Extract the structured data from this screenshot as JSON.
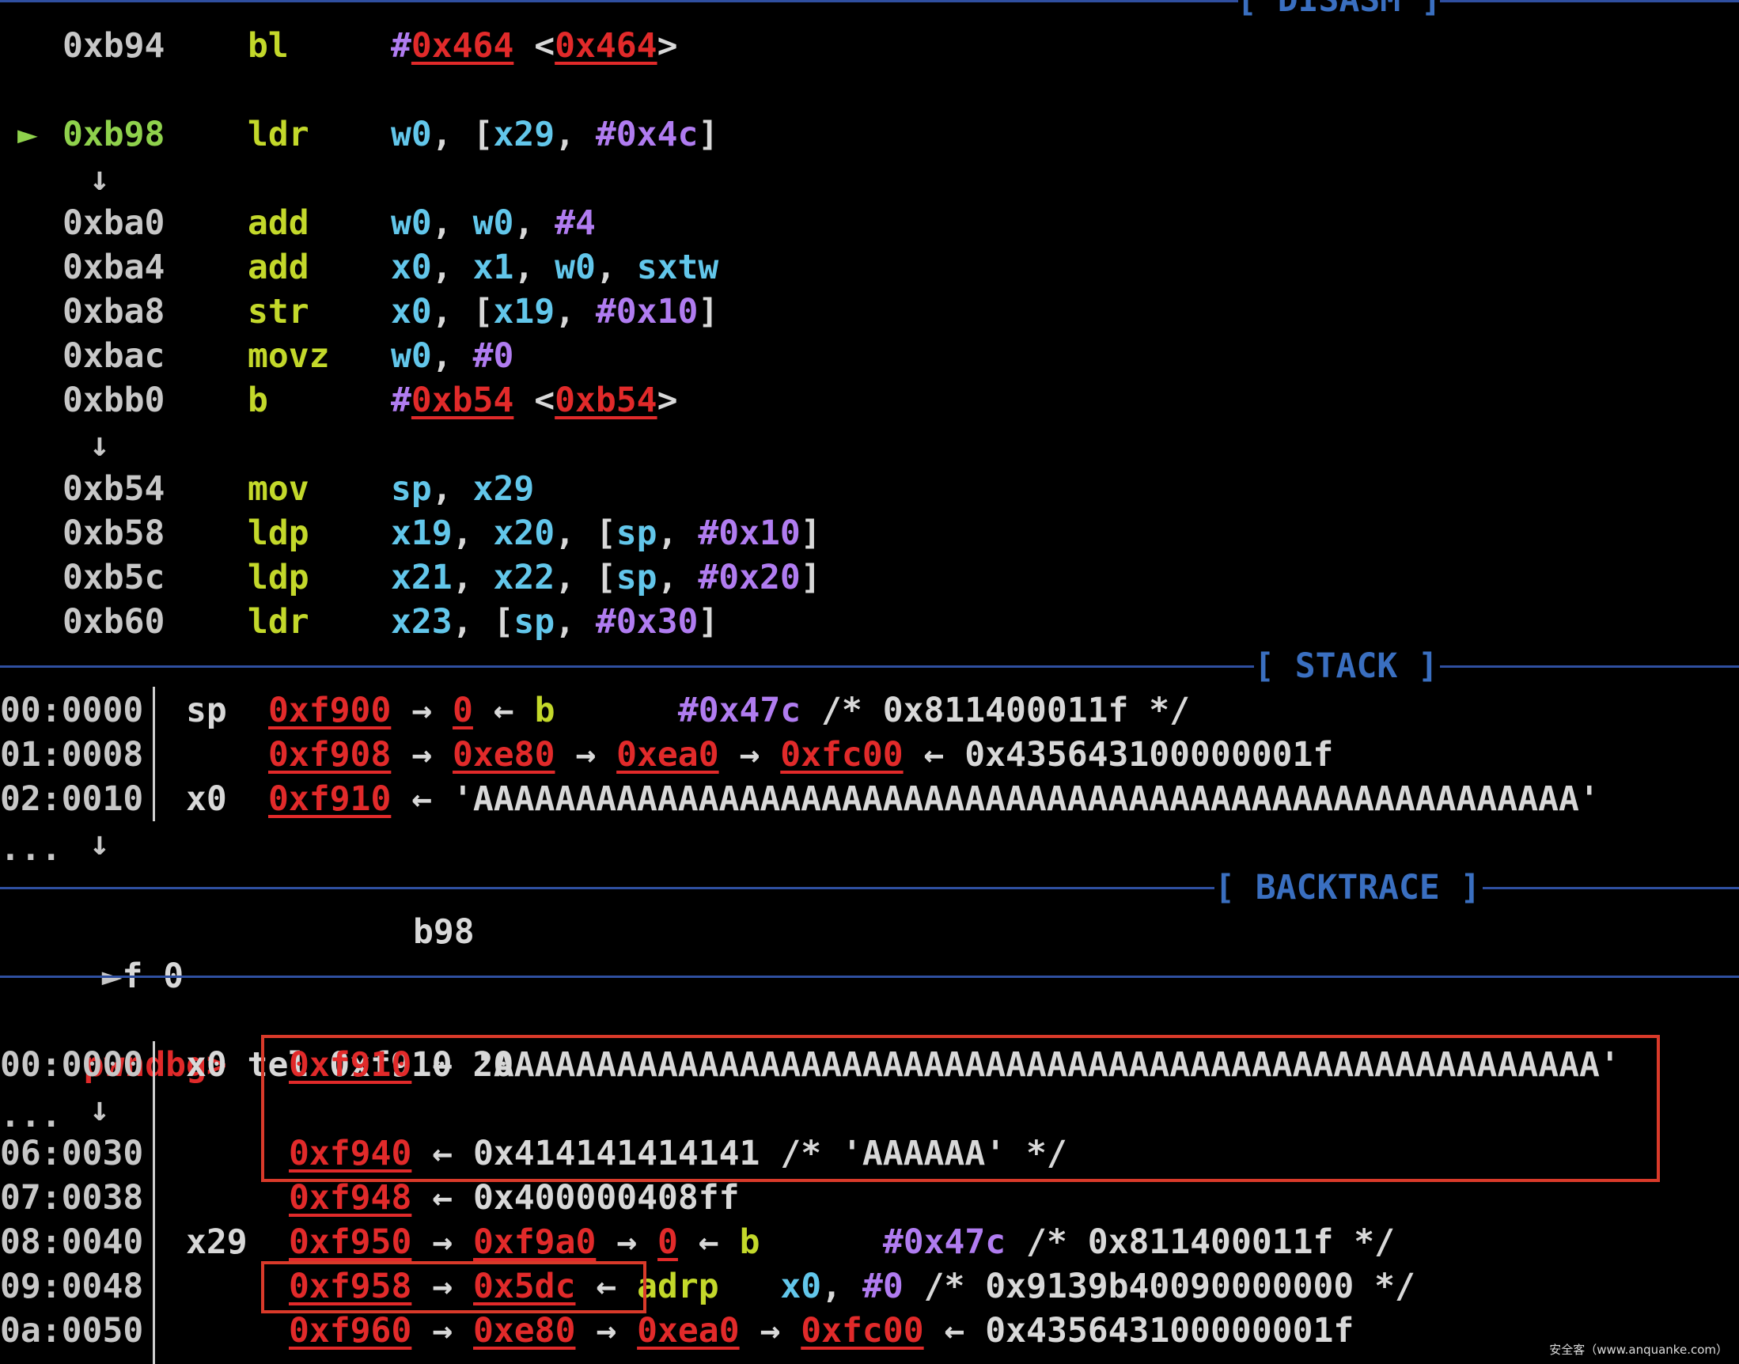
{
  "disasm": {
    "header": "[ DISASM ]",
    "rows": [
      {
        "addr": "0xb94",
        "mnem": "bl",
        "hash": "#",
        "target": "0x464",
        "lt": "<",
        "sym": "0x464",
        "gt": ">"
      },
      {
        "marker": "►",
        "addr": "0xb98",
        "mnem": "ldr",
        "ops": [
          {
            "t": "w0",
            "k": "c"
          },
          {
            "t": ", ",
            "k": "w"
          },
          {
            "t": "[",
            "k": "w"
          },
          {
            "t": "x29",
            "k": "c"
          },
          {
            "t": ", ",
            "k": "w"
          },
          {
            "t": "#0x4c",
            "k": "p"
          },
          {
            "t": "]",
            "k": "w"
          }
        ]
      },
      {
        "arrow": "↓"
      },
      {
        "addr": "0xba0",
        "mnem": "add",
        "ops": [
          {
            "t": "w0",
            "k": "c"
          },
          {
            "t": ", ",
            "k": "w"
          },
          {
            "t": "w0",
            "k": "c"
          },
          {
            "t": ", ",
            "k": "w"
          },
          {
            "t": "#4",
            "k": "p"
          }
        ]
      },
      {
        "addr": "0xba4",
        "mnem": "add",
        "ops": [
          {
            "t": "x0",
            "k": "c"
          },
          {
            "t": ", ",
            "k": "w"
          },
          {
            "t": "x1",
            "k": "c"
          },
          {
            "t": ", ",
            "k": "w"
          },
          {
            "t": "w0",
            "k": "c"
          },
          {
            "t": ", ",
            "k": "w"
          },
          {
            "t": "sxtw",
            "k": "c"
          }
        ]
      },
      {
        "addr": "0xba8",
        "mnem": "str",
        "ops": [
          {
            "t": "x0",
            "k": "c"
          },
          {
            "t": ", ",
            "k": "w"
          },
          {
            "t": "[",
            "k": "w"
          },
          {
            "t": "x19",
            "k": "c"
          },
          {
            "t": ", ",
            "k": "w"
          },
          {
            "t": "#0x10",
            "k": "p"
          },
          {
            "t": "]",
            "k": "w"
          }
        ]
      },
      {
        "addr": "0xbac",
        "mnem": "movz",
        "ops": [
          {
            "t": "w0",
            "k": "c"
          },
          {
            "t": ", ",
            "k": "w"
          },
          {
            "t": "#0",
            "k": "p"
          }
        ]
      },
      {
        "addr": "0xbb0",
        "mnem": "b",
        "hash": "#",
        "target": "0xb54",
        "lt": "<",
        "sym": "0xb54",
        "gt": ">"
      },
      {
        "arrow": "↓"
      },
      {
        "addr": "0xb54",
        "mnem": "mov",
        "ops": [
          {
            "t": "sp",
            "k": "c"
          },
          {
            "t": ", ",
            "k": "w"
          },
          {
            "t": "x29",
            "k": "c"
          }
        ]
      },
      {
        "addr": "0xb58",
        "mnem": "ldp",
        "ops": [
          {
            "t": "x19",
            "k": "c"
          },
          {
            "t": ", ",
            "k": "w"
          },
          {
            "t": "x20",
            "k": "c"
          },
          {
            "t": ", ",
            "k": "w"
          },
          {
            "t": "[",
            "k": "w"
          },
          {
            "t": "sp",
            "k": "c"
          },
          {
            "t": ", ",
            "k": "w"
          },
          {
            "t": "#0x10",
            "k": "p"
          },
          {
            "t": "]",
            "k": "w"
          }
        ]
      },
      {
        "addr": "0xb5c",
        "mnem": "ldp",
        "ops": [
          {
            "t": "x21",
            "k": "c"
          },
          {
            "t": ", ",
            "k": "w"
          },
          {
            "t": "x22",
            "k": "c"
          },
          {
            "t": ", ",
            "k": "w"
          },
          {
            "t": "[",
            "k": "w"
          },
          {
            "t": "sp",
            "k": "c"
          },
          {
            "t": ", ",
            "k": "w"
          },
          {
            "t": "#0x20",
            "k": "p"
          },
          {
            "t": "]",
            "k": "w"
          }
        ]
      },
      {
        "addr": "0xb60",
        "mnem": "ldr",
        "ops": [
          {
            "t": "x23",
            "k": "c"
          },
          {
            "t": ", ",
            "k": "w"
          },
          {
            "t": "[",
            "k": "w"
          },
          {
            "t": "sp",
            "k": "c"
          },
          {
            "t": ", ",
            "k": "w"
          },
          {
            "t": "#0x30",
            "k": "p"
          },
          {
            "t": "]",
            "k": "w"
          }
        ]
      }
    ]
  },
  "stack": {
    "header": "[ STACK ]",
    "rows": [
      {
        "idx": "00:0000",
        "reg": "sp",
        "segs": [
          {
            "t": "0xf900",
            "k": "r"
          },
          {
            "t": " → ",
            "k": "w"
          },
          {
            "t": "0",
            "k": "r"
          },
          {
            "t": " ← ",
            "k": "w"
          },
          {
            "t": "b",
            "k": "y"
          },
          {
            "t": "      ",
            "k": "w"
          },
          {
            "t": "#0x47c",
            "k": "p"
          },
          {
            "t": " /* 0x811400011f */",
            "k": "w"
          }
        ]
      },
      {
        "idx": "01:0008",
        "reg": "",
        "segs": [
          {
            "t": "0xf908",
            "k": "r"
          },
          {
            "t": " → ",
            "k": "w"
          },
          {
            "t": "0xe80",
            "k": "r"
          },
          {
            "t": " → ",
            "k": "w"
          },
          {
            "t": "0xea0",
            "k": "r"
          },
          {
            "t": " → ",
            "k": "w"
          },
          {
            "t": "0xfc00",
            "k": "r"
          },
          {
            "t": " ← 0x435643100000001f",
            "k": "w"
          }
        ]
      },
      {
        "idx": "02:0010",
        "reg": "x0",
        "segs": [
          {
            "t": "0xf910",
            "k": "r"
          },
          {
            "t": " ← 'AAAAAAAAAAAAAAAAAAAAAAAAAAAAAAAAAAAAAAAAAAAAAAAAAAAAAA'",
            "k": "w"
          }
        ]
      }
    ],
    "ellipsis": "...",
    "arrow": "↓"
  },
  "backtrace": {
    "header": "[ BACKTRACE ]",
    "marker": "►",
    "frame": "f 0",
    "addr": "b98"
  },
  "command": {
    "prompt": "pwndbg>",
    "text": " tel 0xf910 20"
  },
  "telescope": {
    "rows": [
      {
        "idx": "00:0000",
        "reg": "x0",
        "segs": [
          {
            "t": "0xf910",
            "k": "r"
          },
          {
            "t": " ← 'AAAAAAAAAAAAAAAAAAAAAAAAAAAAAAAAAAAAAAAAAAAAAAAAAAAAAA'",
            "k": "w"
          }
        ]
      },
      {
        "ellipsis": "...",
        "arrow": "↓"
      },
      {
        "idx": "06:0030",
        "reg": "",
        "segs": [
          {
            "t": "0xf940",
            "k": "r"
          },
          {
            "t": " ← 0x414141414141 /* 'AAAAAA' */",
            "k": "w"
          }
        ]
      },
      {
        "idx": "07:0038",
        "reg": "",
        "segs": [
          {
            "t": "0xf948",
            "k": "r"
          },
          {
            "t": " ← 0x400000408ff",
            "k": "w"
          }
        ]
      },
      {
        "idx": "08:0040",
        "reg": "x29",
        "segs": [
          {
            "t": "0xf950",
            "k": "r"
          },
          {
            "t": " → ",
            "k": "w"
          },
          {
            "t": "0xf9a0",
            "k": "r"
          },
          {
            "t": " → ",
            "k": "w"
          },
          {
            "t": "0",
            "k": "r"
          },
          {
            "t": " ← ",
            "k": "w"
          },
          {
            "t": "b",
            "k": "y"
          },
          {
            "t": "      ",
            "k": "w"
          },
          {
            "t": "#0x47c",
            "k": "p"
          },
          {
            "t": " /* 0x811400011f */",
            "k": "w"
          }
        ]
      },
      {
        "idx": "09:0048",
        "reg": "",
        "segs": [
          {
            "t": "0xf958",
            "k": "r"
          },
          {
            "t": " → ",
            "k": "w"
          },
          {
            "t": "0x5dc",
            "k": "r"
          },
          {
            "t": " ← ",
            "k": "w"
          },
          {
            "t": "adrp",
            "k": "y"
          },
          {
            "t": "   ",
            "k": "w"
          },
          {
            "t": "x0",
            "k": "c"
          },
          {
            "t": ", ",
            "k": "w"
          },
          {
            "t": "#0",
            "k": "p"
          },
          {
            "t": " /* 0x9139b40090000000 */",
            "k": "w"
          }
        ]
      },
      {
        "idx": "0a:0050",
        "reg": "",
        "segs": [
          {
            "t": "0xf960",
            "k": "r"
          },
          {
            "t": " → ",
            "k": "w"
          },
          {
            "t": "0xe80",
            "k": "r"
          },
          {
            "t": " → ",
            "k": "w"
          },
          {
            "t": "0xea0",
            "k": "r"
          },
          {
            "t": " → ",
            "k": "w"
          },
          {
            "t": "0xfc00",
            "k": "r"
          },
          {
            "t": " ← 0x435643100000001f",
            "k": "w"
          }
        ]
      }
    ]
  },
  "colors": {
    "background": "#000000",
    "address_red": "#e12a2a",
    "mnemonic_yellow": "#c3d82a",
    "register_cyan": "#62c6ea",
    "immediate_purple": "#b07cf0",
    "header_blue": "#3a6fc0",
    "highlight_box": "#d93a2a"
  },
  "watermark": "安全客（www.anquanke.com）"
}
